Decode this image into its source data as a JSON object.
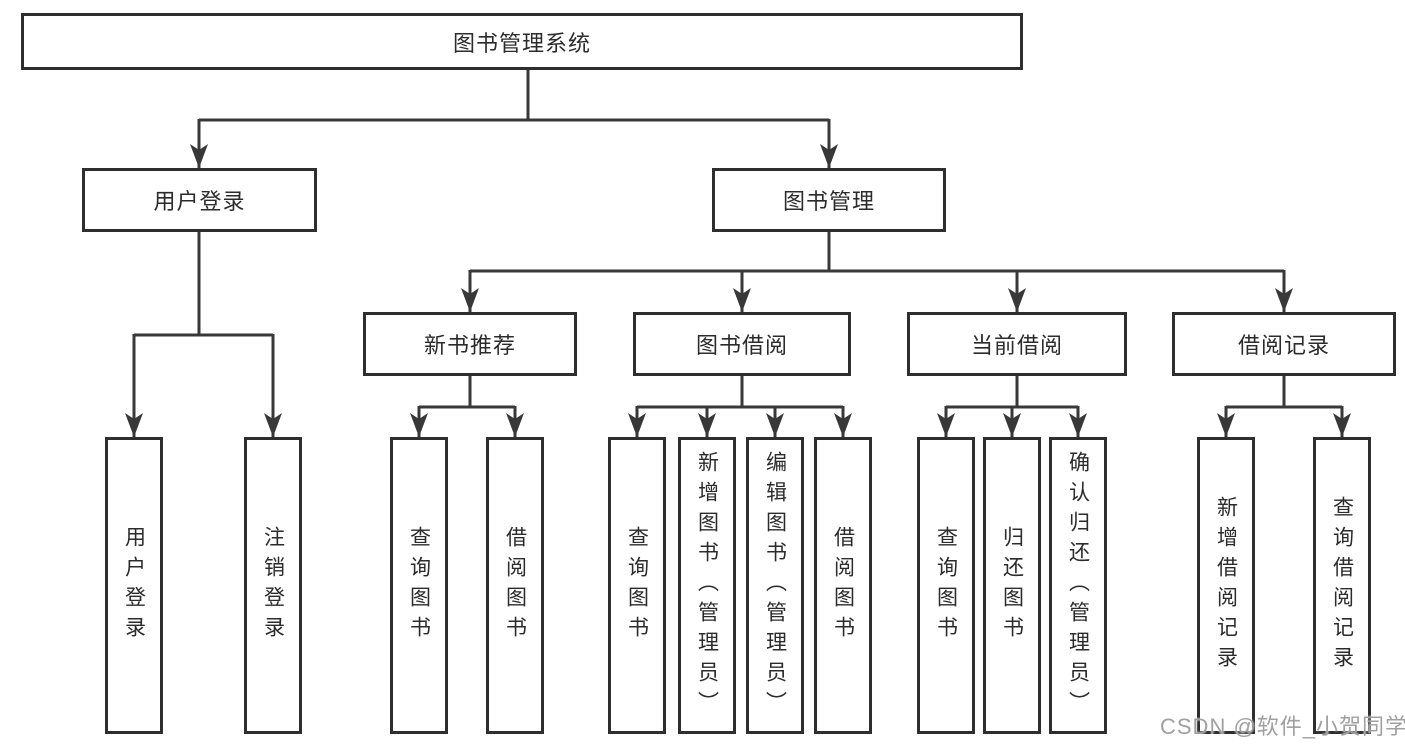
{
  "colors": {
    "line": "#383838",
    "box_border": "#2e2e2e",
    "text": "#2b2b2b",
    "watermark": "#a0a0a0",
    "background": "#ffffff"
  },
  "watermark": {
    "text": "CSDN @软件_小贺同学"
  },
  "tree": {
    "root": {
      "label": "图书管理系统",
      "children": [
        {
          "label": "用户登录",
          "children": [
            {
              "label": "用户登录"
            },
            {
              "label": "注销登录"
            }
          ]
        },
        {
          "label": "图书管理",
          "children": [
            {
              "label": "新书推荐",
              "children": [
                {
                  "label": "查询图书"
                },
                {
                  "label": "借阅图书"
                }
              ]
            },
            {
              "label": "图书借阅",
              "children": [
                {
                  "label": "查询图书"
                },
                {
                  "label": "新增图书（管理员）"
                },
                {
                  "label": "编辑图书（管理员）"
                },
                {
                  "label": "借阅图书"
                }
              ]
            },
            {
              "label": "当前借阅",
              "children": [
                {
                  "label": "查询图书"
                },
                {
                  "label": "归还图书"
                },
                {
                  "label": "确认归还（管理员）"
                }
              ]
            },
            {
              "label": "借阅记录",
              "children": [
                {
                  "label": "新增借阅记录"
                },
                {
                  "label": "查询借阅记录"
                }
              ]
            }
          ]
        }
      ]
    }
  }
}
